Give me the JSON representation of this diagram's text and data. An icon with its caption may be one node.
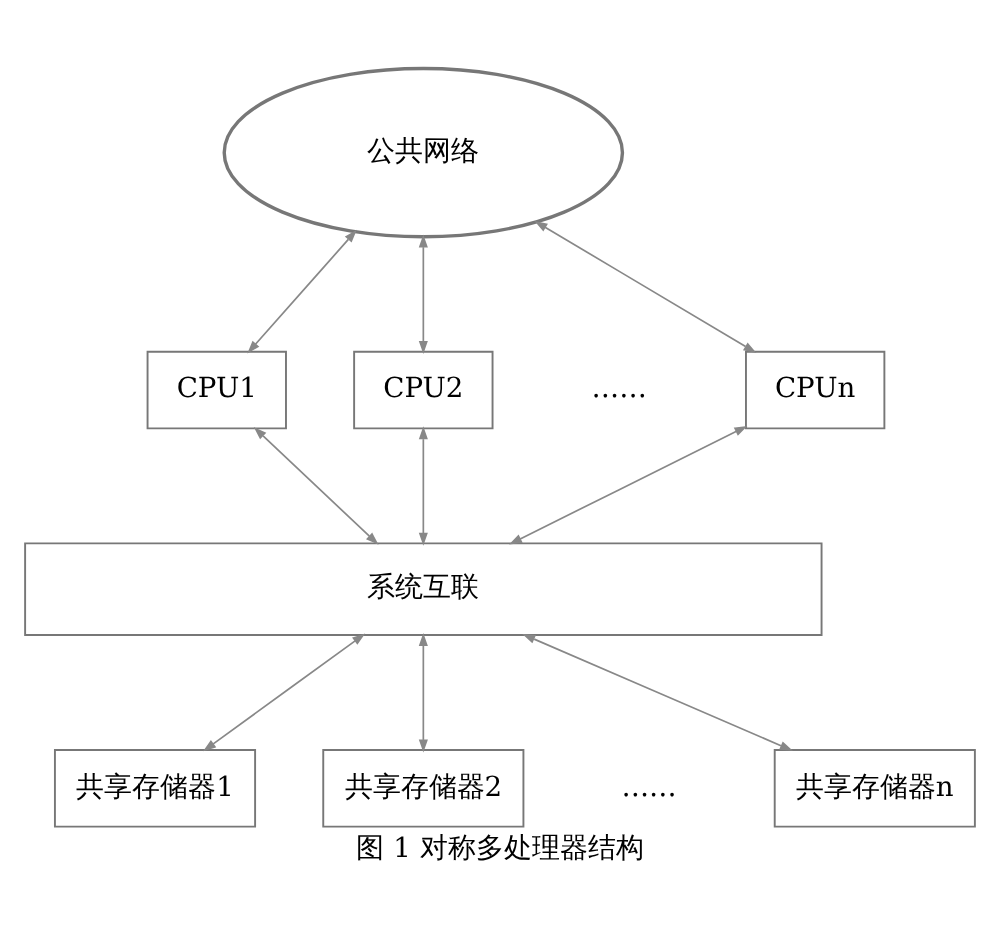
{
  "diagram": {
    "caption": "图 1 对称多处理器结构",
    "nodes": [
      {
        "text": [
          "公共网络"
        ]
      },
      {
        "text": [
          "CPU1"
        ]
      },
      {
        "text": [
          "CPU2"
        ]
      },
      {
        "text": [
          "CPUn"
        ]
      },
      {
        "text": [
          "系统互联"
        ]
      },
      {
        "text": [
          "共享存储器1"
        ]
      },
      {
        "text": [
          "共享存储器2"
        ]
      },
      {
        "text": [
          "共享存储器n"
        ]
      }
    ],
    "edges": [
      {
        "from": 0,
        "to": 1,
        "arrow": "both"
      },
      {
        "from": 0,
        "to": 2,
        "arrow": "both"
      },
      {
        "from": 0,
        "to": 3,
        "arrow": "both"
      },
      {
        "from": 1,
        "to": 4,
        "arrow": "both"
      },
      {
        "from": 2,
        "to": 4,
        "arrow": "both"
      },
      {
        "from": 3,
        "to": 4,
        "arrow": "both"
      },
      {
        "from": 4,
        "to": 5,
        "arrow": "both"
      },
      {
        "from": 4,
        "to": 6,
        "arrow": "both"
      },
      {
        "from": 4,
        "to": 7,
        "arrow": "both"
      }
    ],
    "labels": [
      "……",
      "……"
    ]
  }
}
